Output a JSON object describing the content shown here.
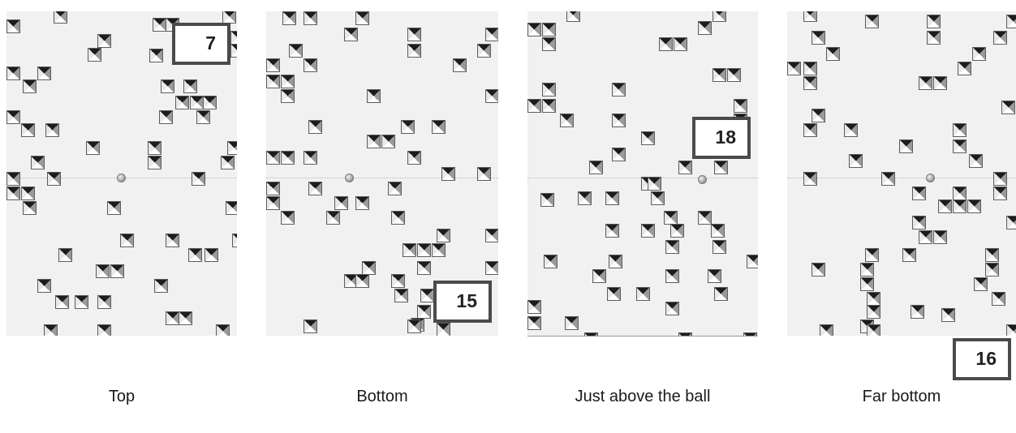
{
  "panels": [
    {
      "id": "top",
      "score": "7",
      "caption": "Top"
    },
    {
      "id": "bottom",
      "score": "15",
      "caption": "Bottom"
    },
    {
      "id": "above-ball",
      "score": "18",
      "caption": "Just above the ball"
    },
    {
      "id": "far-bottom",
      "score": "16",
      "caption": "Far bottom"
    }
  ],
  "colors": {
    "background": "#f1f1f1",
    "stud_dark": "#1c1c1c",
    "score_border": "#4a4a4a"
  }
}
